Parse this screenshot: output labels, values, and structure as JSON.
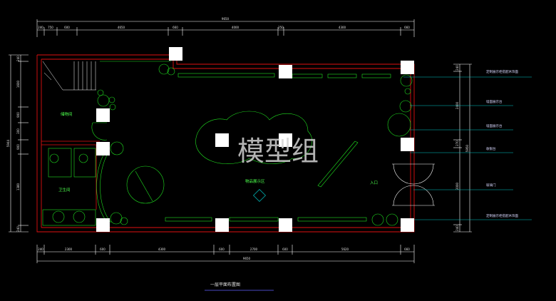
{
  "colors": {
    "background": "#000000",
    "wall": "#e01010",
    "dimension": "#ffffff",
    "fixture": "#20e020",
    "leader": "#00c8c8",
    "marker": "#ffffff"
  },
  "dimensions": {
    "top_total": "9650",
    "top_segments": [
      "240",
      "750",
      "600",
      "4650",
      "660",
      "4000",
      "250",
      "4300",
      "660"
    ],
    "bottom_total": "9650",
    "bottom_segments": [
      "240",
      "2300",
      "600",
      "4300",
      "600",
      "2700",
      "600",
      "5620",
      "660"
    ],
    "left_total": "5944",
    "left_segments": [
      "240",
      "1600",
      "900",
      "300",
      "900",
      "1380",
      "240"
    ],
    "right_total": "5950",
    "right_segments": [
      "240",
      "2400",
      "270",
      "2000",
      "240"
    ]
  },
  "rooms": {
    "storage": "储物间",
    "toilet": "卫生间",
    "display": "物品展示区",
    "entrance": "入口"
  },
  "notes": [
    "定制展示柜搭配木饰面",
    "墙面展示台",
    "墙面展示台",
    "收银台",
    "玻璃门",
    "定制展示柜搭配木饰面"
  ],
  "watermark": "模型组",
  "drawing_title": "一层平面布置图"
}
